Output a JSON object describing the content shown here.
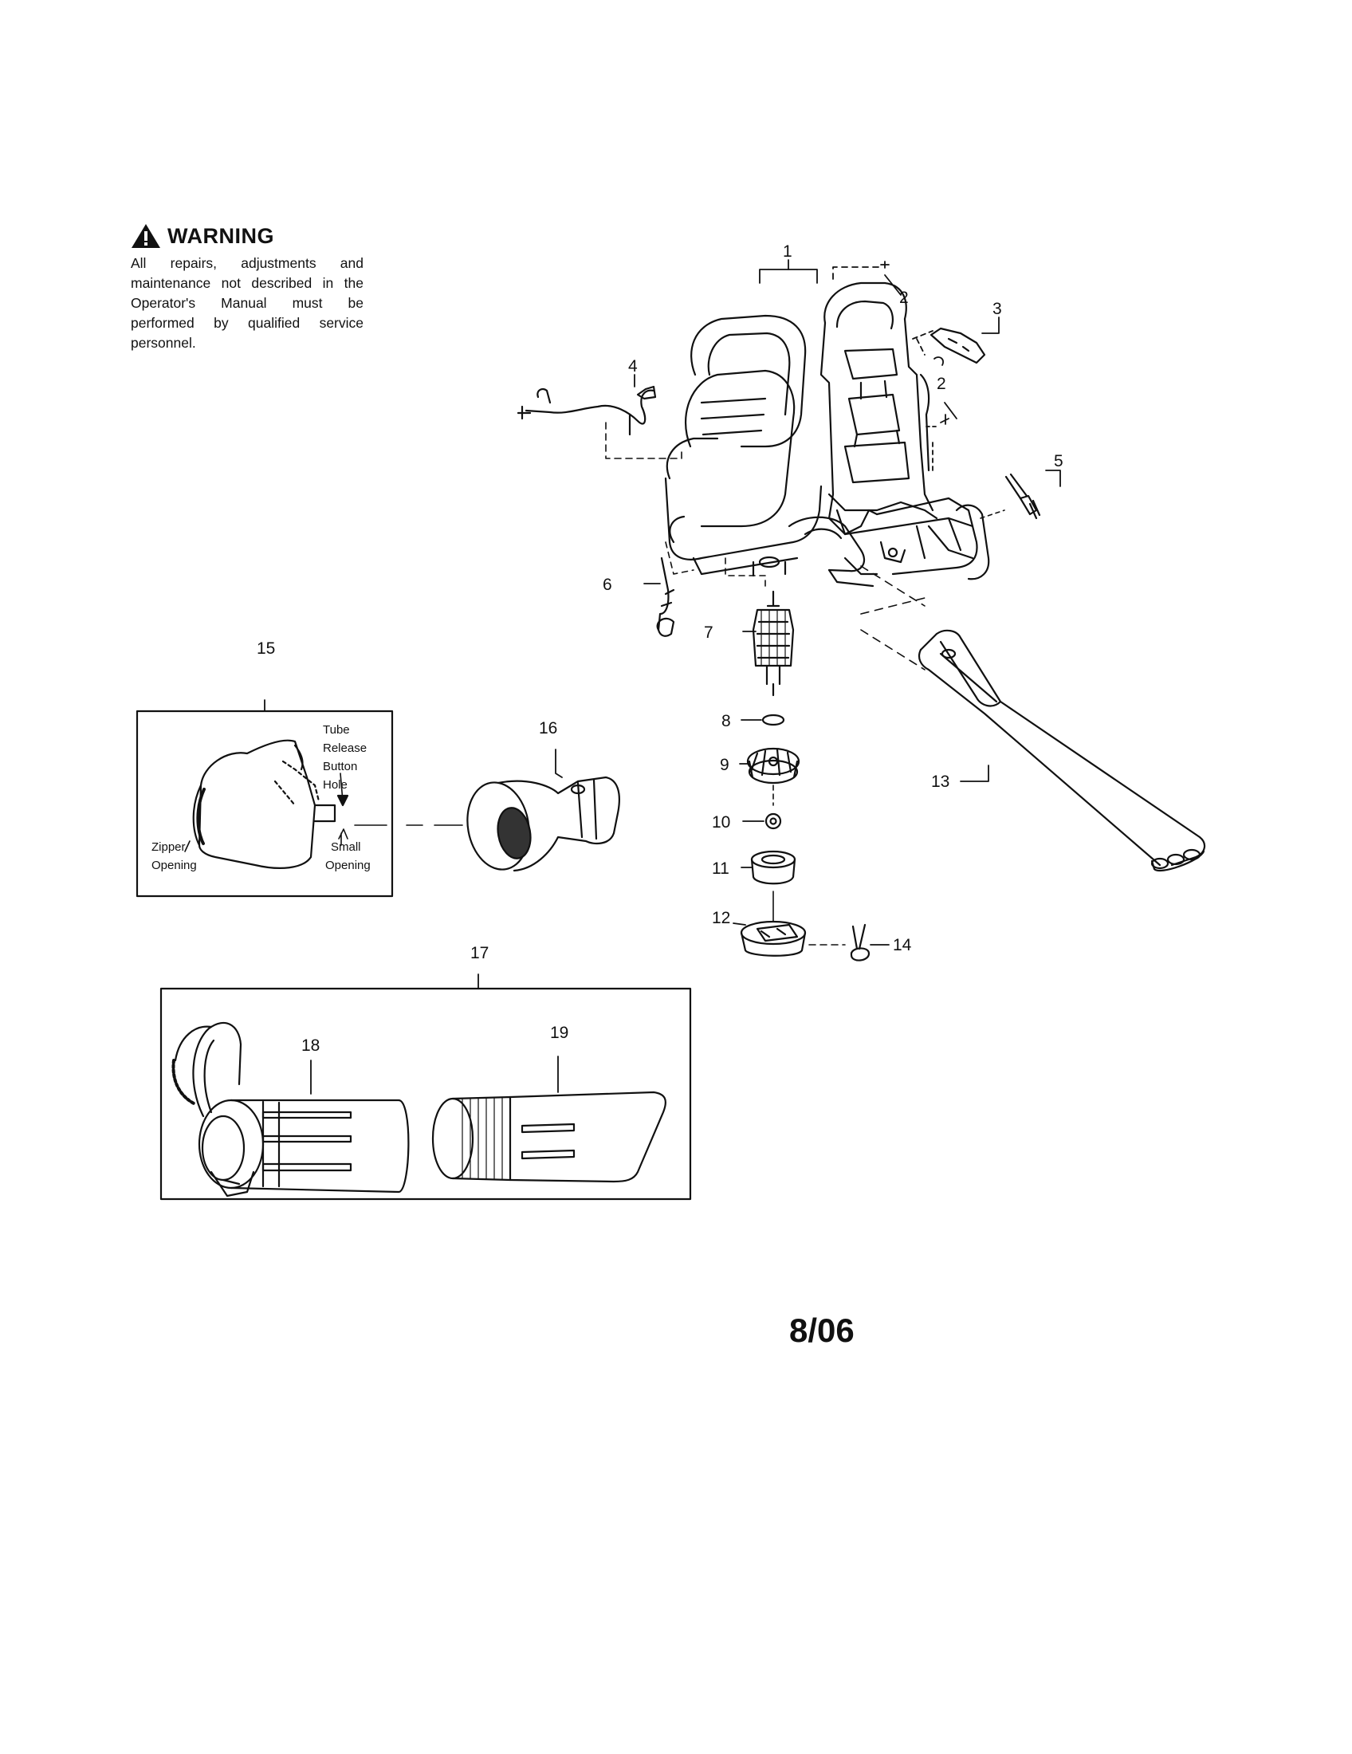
{
  "warning": {
    "title": "WARNING",
    "text": "All repairs, adjustments and maintenance not described in the Operator's Manual must be performed by qualified service personnel."
  },
  "date_code": "8/06",
  "part_numbers": [
    "1",
    "2",
    "2",
    "3",
    "4",
    "5",
    "6",
    "7",
    "8",
    "9",
    "10",
    "11",
    "12",
    "13",
    "14",
    "15",
    "16",
    "17",
    "18",
    "19"
  ],
  "callouts": {
    "tube_release_button_hole": [
      "Tube",
      "Release",
      "Button",
      "Hole"
    ],
    "small_opening": [
      "Small",
      "Opening"
    ],
    "zipper_opening": [
      "Zipper",
      "Opening"
    ]
  },
  "icons": [
    "warning-triangle-icon"
  ]
}
